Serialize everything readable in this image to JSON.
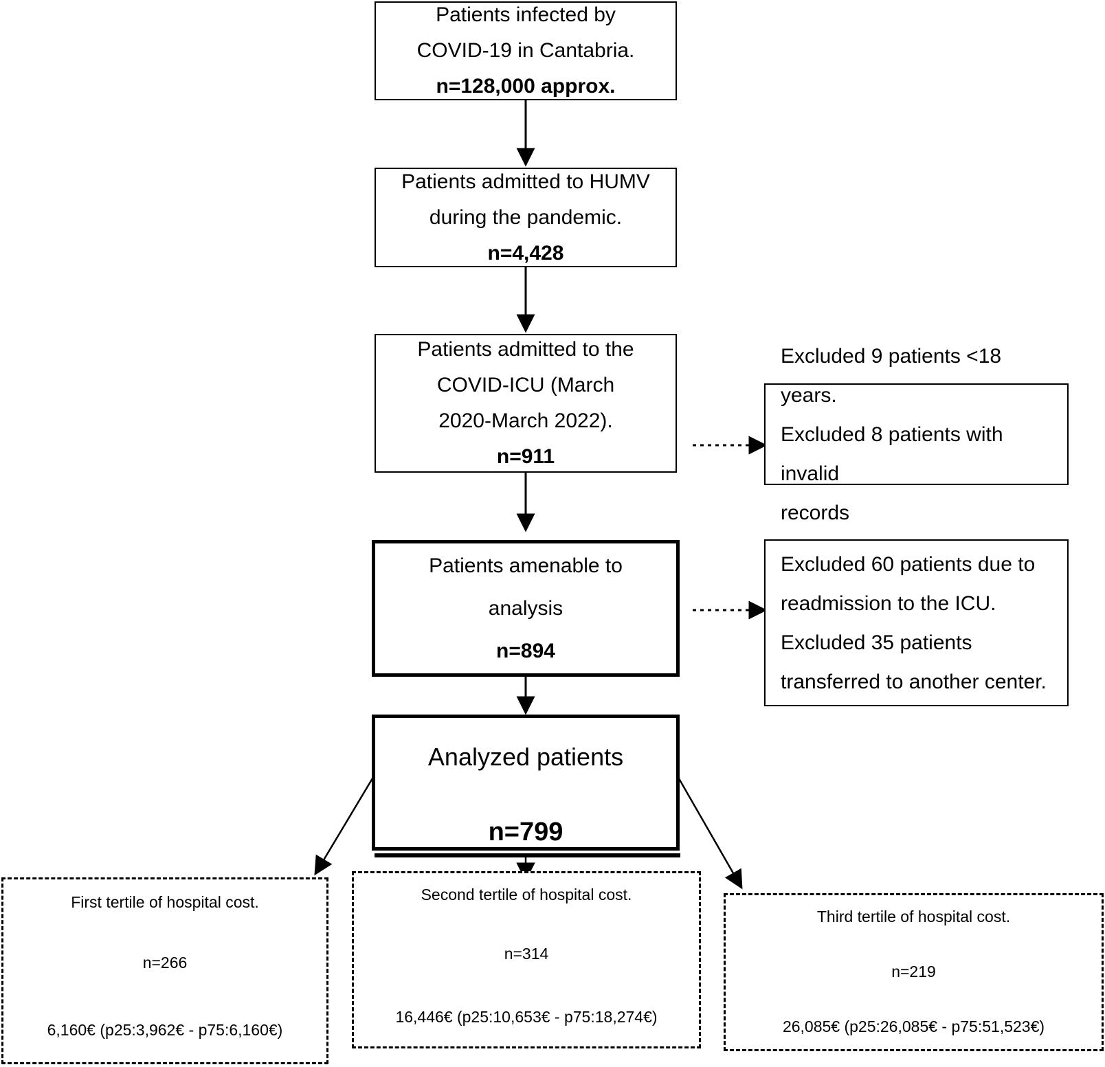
{
  "diagram": {
    "title": "Patient selection flow diagram",
    "type": "flowchart",
    "colors": {
      "stroke": "#000000",
      "fill": "#ffffff",
      "text": "#000000"
    }
  },
  "nodes": {
    "infected": {
      "line1": "Patients infected by",
      "line2": "COVID-19 in Cantabria.",
      "count": "n=128,000 approx."
    },
    "admitted_humv": {
      "line1": "Patients admitted to HUMV",
      "line2": "during the pandemic.",
      "count": "n=4,428"
    },
    "admitted_icu": {
      "line1": "Patients admitted to the",
      "line2": "COVID-ICU (March",
      "line3": "2020-March 2022).",
      "count": "n=911"
    },
    "amenable": {
      "line1": "Patients amenable to",
      "line2": "analysis",
      "count": "n=894"
    },
    "analyzed": {
      "title": "Analyzed patients",
      "count": "n=799"
    }
  },
  "exclusions": [
    {
      "line1": "Excluded 9 patients <18 years.",
      "line2": "Excluded 8 patients with invalid",
      "line3": "records"
    },
    {
      "line1": "Excluded 60 patients due to",
      "line2": "readmission to the ICU.",
      "line3": "Excluded 35 patients",
      "line4": "transferred to another center."
    }
  ],
  "tertiles": [
    {
      "label": "First tertile of hospital cost.",
      "count": "n=266",
      "cost": "6,160€ (p25:3,962€ - p75:6,160€)"
    },
    {
      "label": "Second tertile of hospital cost.",
      "count": "n=314",
      "cost": "16,446€ (p25:10,653€ - p75:18,274€)"
    },
    {
      "label": "Third tertile of hospital cost.",
      "count": "n=219",
      "cost": "26,085€ (p25:26,085€ - p75:51,523€)"
    }
  ]
}
